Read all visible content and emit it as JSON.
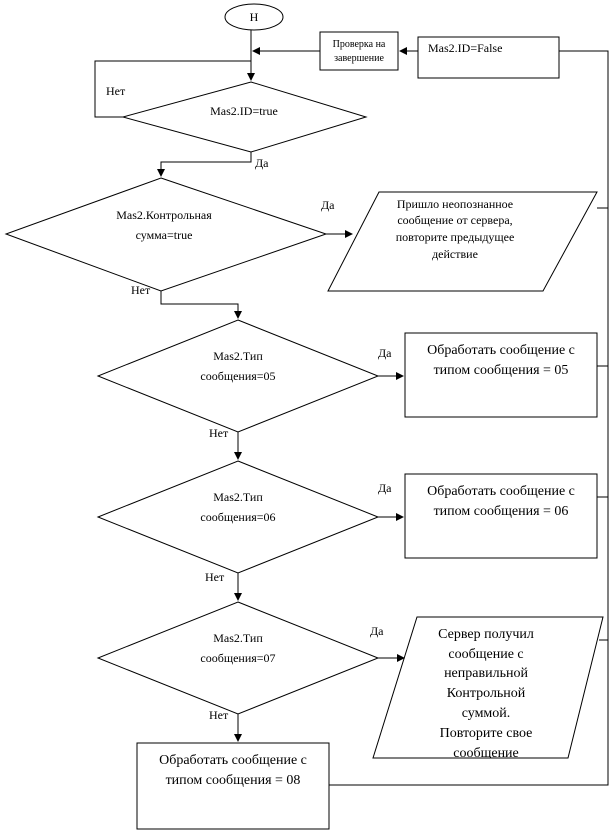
{
  "start": "Н",
  "check_end": [
    "Проверка на",
    "завершение"
  ],
  "false_box": "Mas2.ID=False",
  "decision_id": "Mas2.ID=true",
  "decision_checksum": [
    "Mas2.Контрольная",
    "сумма=true"
  ],
  "unknown_message": [
    "Пришло неопознанное",
    "сообщение от сервера,",
    "повторите предыдущее",
    "действие"
  ],
  "decision_type05": [
    "Mas2.Тип",
    "сообщения=05"
  ],
  "process05": [
    "Обработать сообщение с",
    "типом сообщения = 05"
  ],
  "decision_type06": [
    "Mas2.Тип",
    "сообщения=06"
  ],
  "process06": [
    "Обработать сообщение с",
    "типом сообщения = 06"
  ],
  "decision_type07": [
    "Mas2.Тип",
    "сообщения=07"
  ],
  "bad_checksum": [
    "Сервер получил",
    "сообщение с",
    "неправильной",
    "Контрольной",
    "суммой.",
    "Повторите  свое",
    "сообщение"
  ],
  "process08": [
    "Обработать сообщение с",
    "типом сообщения = 08"
  ],
  "labels": {
    "no_id": "Нет",
    "yes_id": "Да",
    "yes_checksum": "Да",
    "no_checksum": "Нет",
    "yes_05": "Да",
    "no_05": "Нет",
    "yes_06": "Да",
    "no_06": "Нет",
    "yes_07": "Да",
    "no_07": "Нет"
  }
}
